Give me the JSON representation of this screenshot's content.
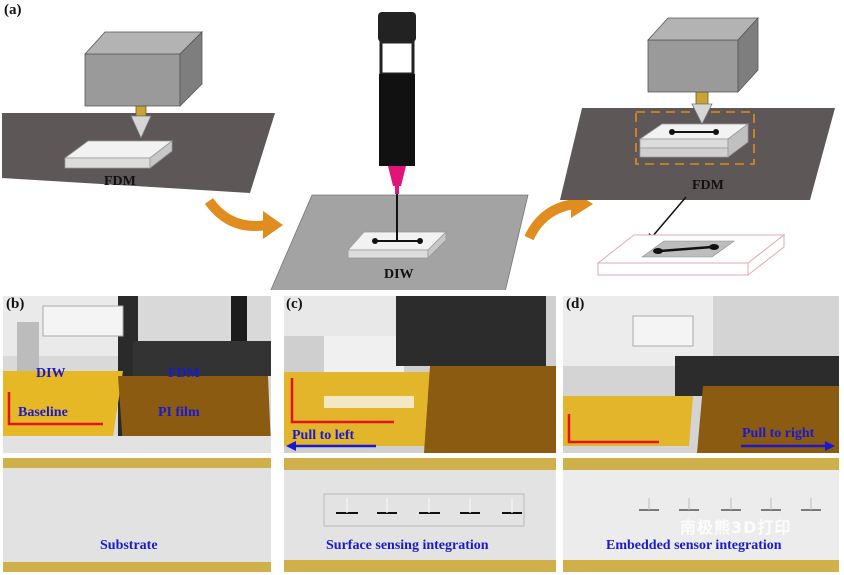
{
  "panels": {
    "a": {
      "label": "(a)"
    },
    "b": {
      "label": "(b)"
    },
    "c": {
      "label": "(c)"
    },
    "d": {
      "label": "(d)"
    }
  },
  "schematic": {
    "step1": "FDM",
    "step2": "DIW",
    "step3": "FDM"
  },
  "photo_b": {
    "labels": {
      "diw": "DIW",
      "fdm": "FDM",
      "baseline": "Baseline",
      "pi_film": "PI film"
    },
    "bottom_caption": "Substrate"
  },
  "photo_c": {
    "arrow_label": "Pull to left",
    "bottom_caption": "Surface sensing integration"
  },
  "photo_d": {
    "arrow_label": "Pull to right",
    "bottom_caption": "Embedded sensor integration",
    "watermark": "南极熊3D打印"
  },
  "colors": {
    "plate": "#5d5758",
    "box": "#9a9a9a",
    "arrow": "#e08c1e",
    "annotation": "#1a1acc",
    "baseline": "#e01515"
  }
}
